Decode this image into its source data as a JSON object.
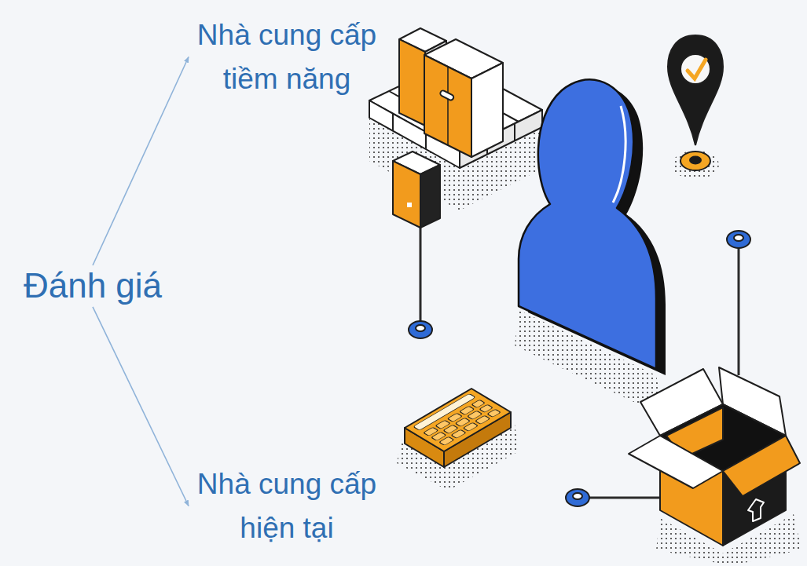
{
  "diagram": {
    "nodes": [
      {
        "text": [
          "Nhà cung cấp tiềm năng"
        ]
      },
      {
        "text": [
          "Đánh giá"
        ]
      },
      {
        "text": [
          "Nhà cung cấp hiện tại"
        ]
      }
    ],
    "edges": [
      {
        "from": 1,
        "to": 0,
        "arrow": "to"
      },
      {
        "from": 1,
        "to": 2,
        "arrow": "to"
      }
    ]
  }
}
